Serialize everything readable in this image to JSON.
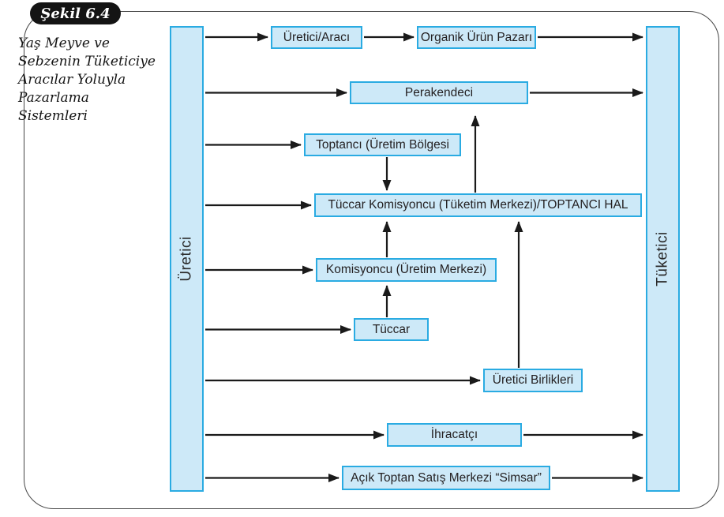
{
  "figure": {
    "badge_label": "Şekil 6.4",
    "caption_lines": [
      "Yaş Meyve ve",
      "Sebzenin Tüketiciye",
      "Aracılar Yoluyla",
      "Pazarlama",
      "Sistemleri"
    ]
  },
  "columns": {
    "producer": "Üretici",
    "consumer": "Tüketici"
  },
  "nodes": {
    "producer_intermediary": "Üretici/Aracı",
    "organic_market": "Organik Ürün Pazarı",
    "retailer": "Perakendeci",
    "wholesaler_production_region": "Toptancı (Üretim Bölgesi",
    "merchant_commission_wholesale_hall": "Tüccar Komisyoncu (Tüketim Merkezi)/TOPTANCI HAL",
    "commission_production_center": "Komisyoncu (Üretim Merkezi)",
    "merchant": "Tüccar",
    "producer_unions": "Üretici Birlikleri",
    "exporter": "İhracatçı",
    "open_wholesale_center": "Açık Toptan Satış Merkezi “Simsar”"
  },
  "colors": {
    "box_fill": "#cde9f8",
    "box_border": "#2aabe2",
    "arrow": "#1a1a1a",
    "badge_bg": "#141414",
    "badge_text": "#ffffff"
  }
}
